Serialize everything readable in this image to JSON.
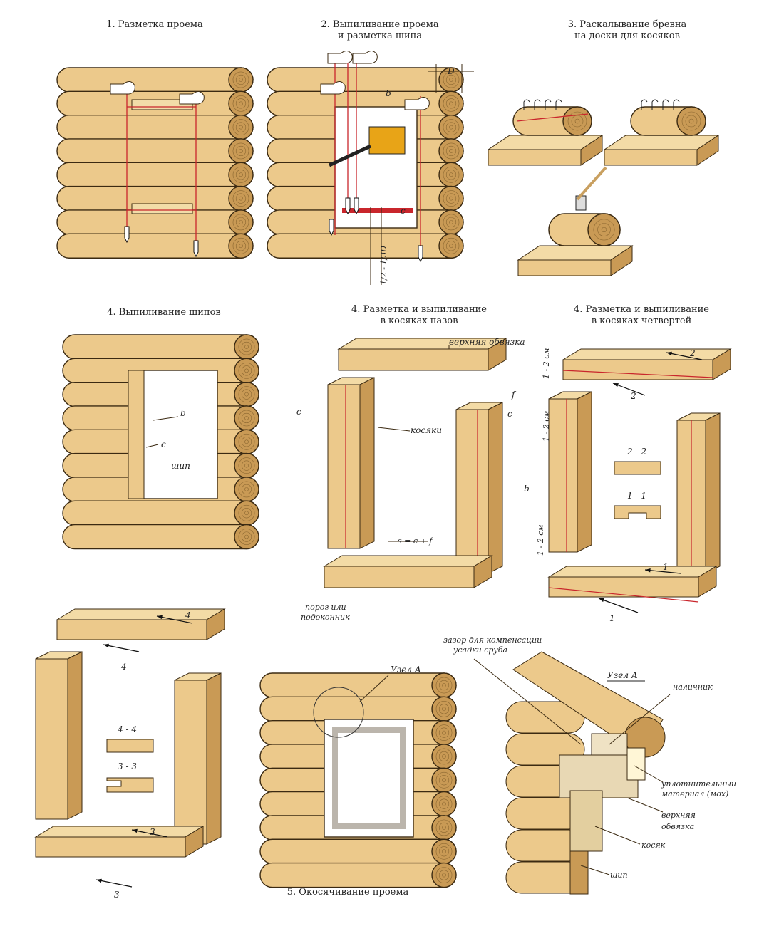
{
  "titles": {
    "t1": "1. Разметка проема",
    "t2a": "2. Выпиливание проема",
    "t2b": "и разметка шипа",
    "t3a": "3. Раскалывание бревна",
    "t3b": "на доски для косяков",
    "t4": "4. Выпиливание шипов",
    "t4ba": "4. Разметка и выпиливание",
    "t4bb": "в косяках пазов",
    "t4ca": "4. Разметка и выпиливание",
    "t4cb": "в косяках четвертей",
    "t5": "5. Окосячивание проема"
  },
  "labels": {
    "D": "D",
    "b": "b",
    "c": "c",
    "ratio": "1/2 - 1/3D",
    "ship": "шип",
    "top_beam": "верхняя обвязка",
    "jambs": "косяки",
    "f": "f",
    "s": "s = c + f",
    "sill_a": "порог или",
    "sill_b": "подоконник",
    "gap": "1 - 2 см",
    "n1": "1",
    "n2": "2",
    "n3": "3",
    "n4": "4",
    "sec22": "2 - 2",
    "sec11": "1 - 1",
    "sec44": "4 - 4",
    "sec33": "3 - 3",
    "node": "Узел А",
    "shrink_a": "зазор для компенсации",
    "shrink_b": "усадки сруба",
    "nalichnik": "наличник",
    "seal_a": "уплотнительный",
    "seal_b": "материал (мох)",
    "top_a": "верхняя",
    "top_b": "обвязка",
    "kosyak": "косяк",
    "ship2": "шип"
  },
  "colors": {
    "wood": "#ecc98b",
    "wood_dark": "#c99a55",
    "outline": "#3b2a12",
    "mark": "#c9262c",
    "saw": "#e8a417"
  }
}
